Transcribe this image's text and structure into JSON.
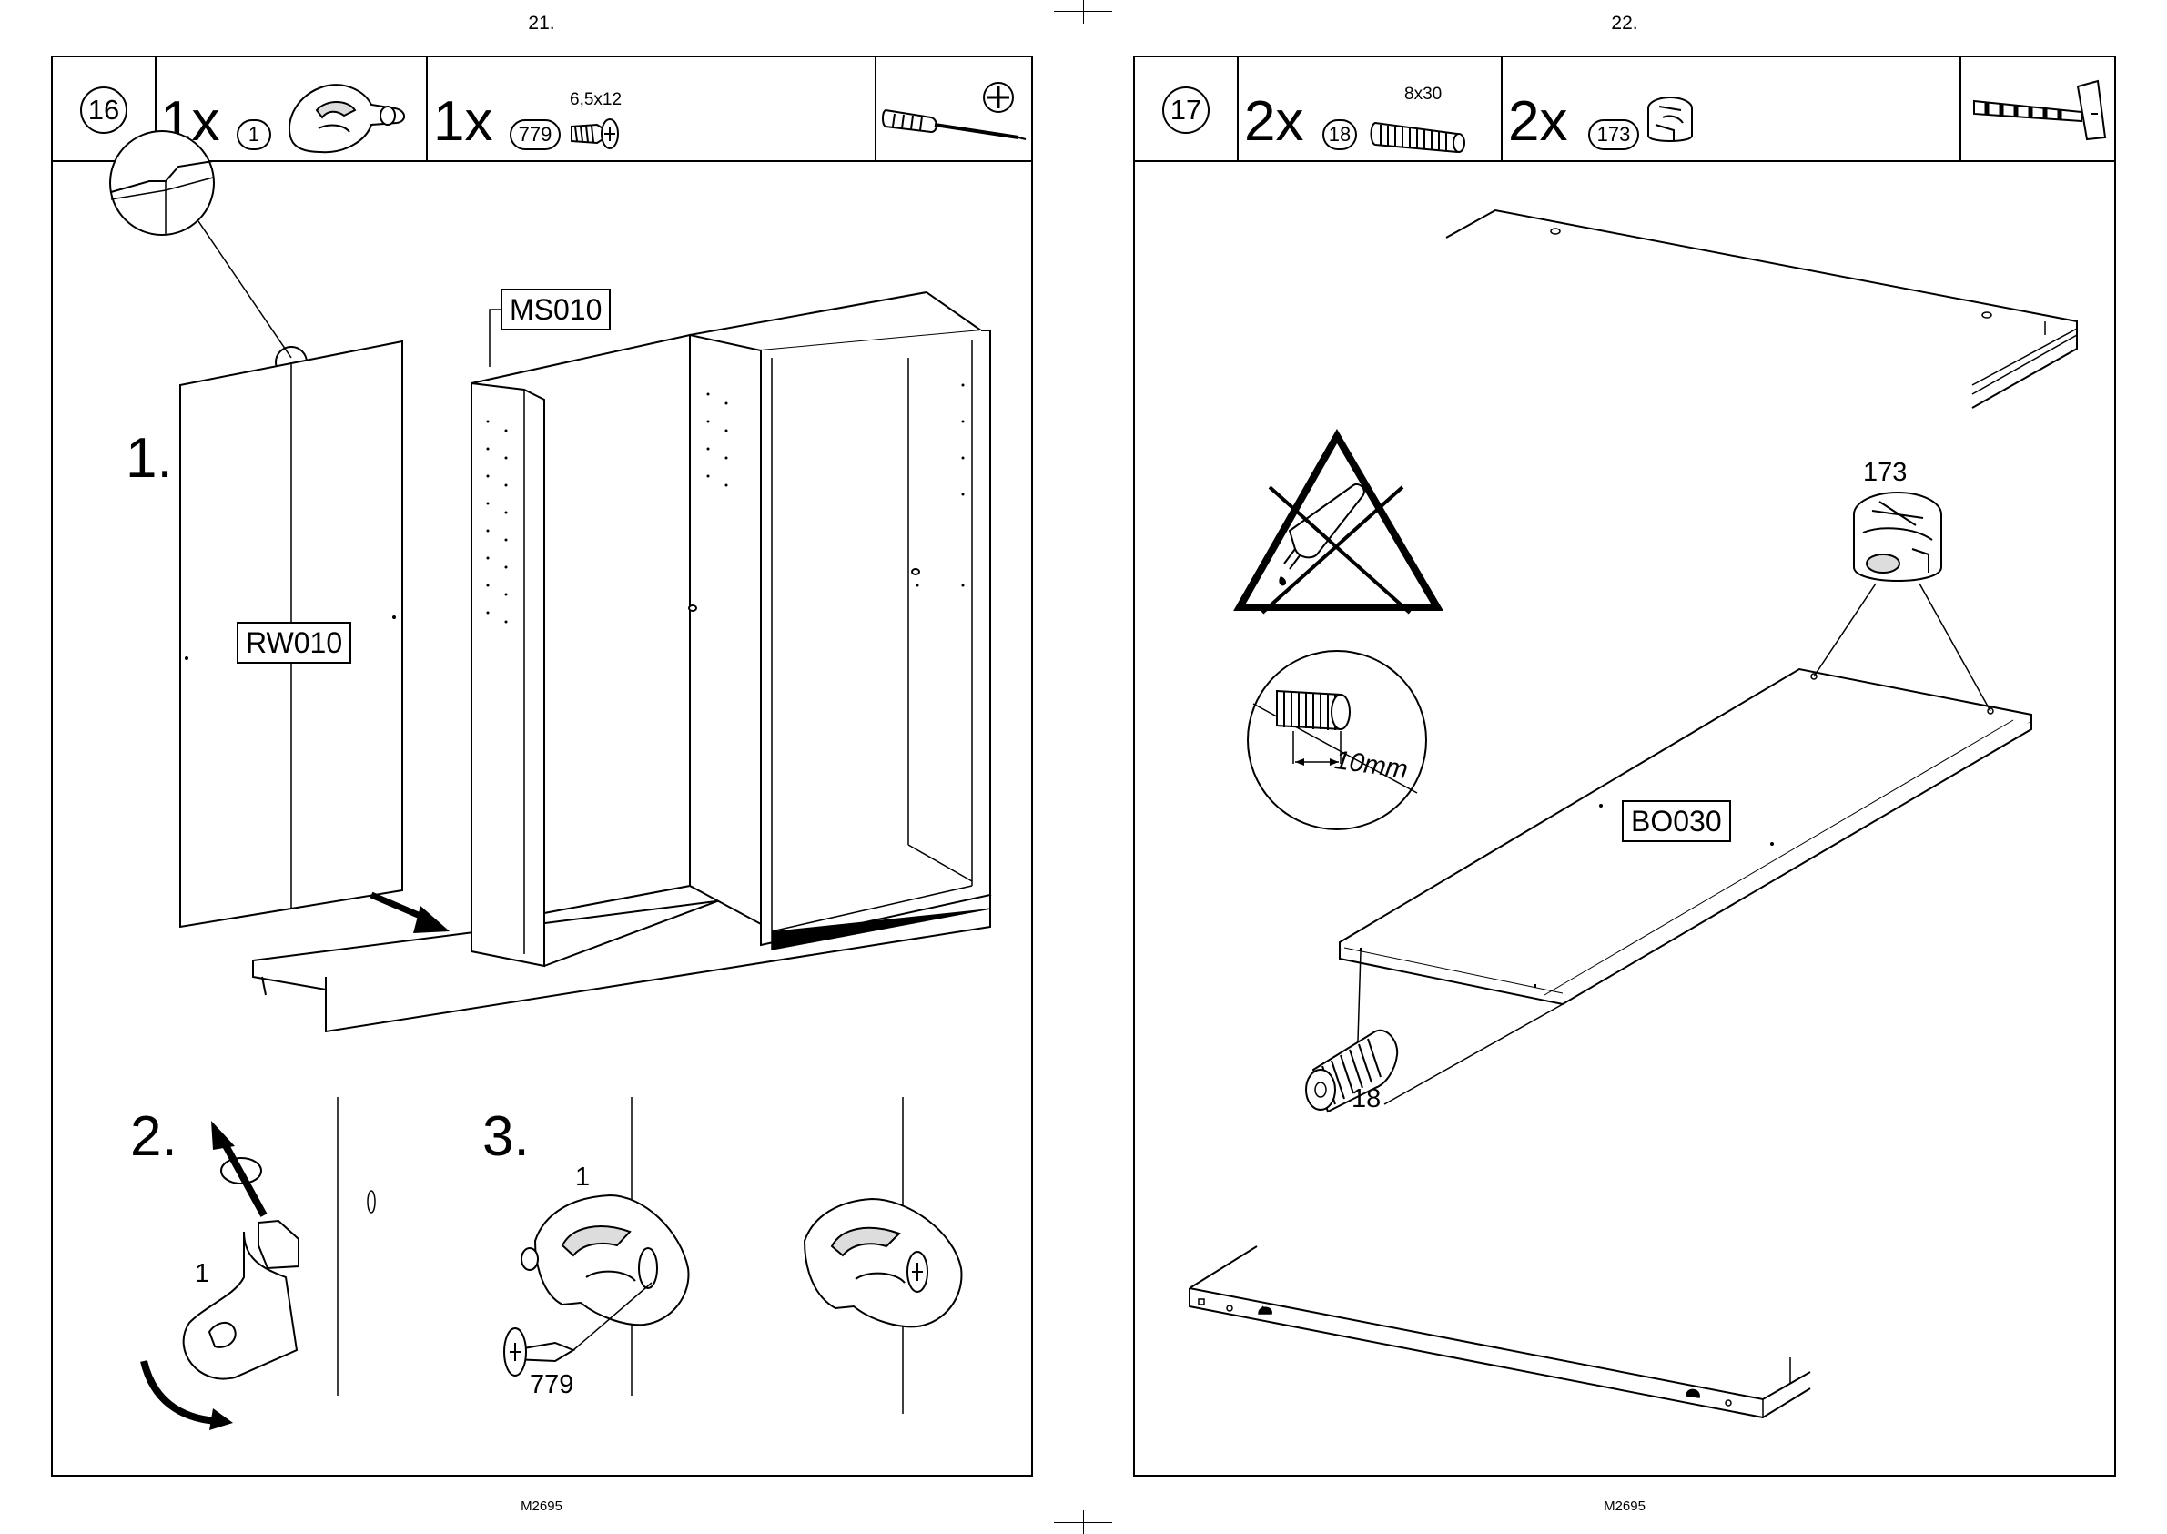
{
  "pages": [
    {
      "page_number": "21.",
      "doc_code": "M2695",
      "step": "16",
      "parts": [
        {
          "qty": "1x",
          "id": "1",
          "spec": ""
        },
        {
          "qty": "1x",
          "id": "779",
          "spec": "6,5x12"
        }
      ],
      "tool_icon": "screwdriver-icon",
      "panel_labels": {
        "rear_wall": "RW010",
        "side_panel": "MS010"
      },
      "sub_steps": [
        "1.",
        "2.",
        "3."
      ],
      "callouts": {
        "part_1_a": "1",
        "part_1_b": "1",
        "screw": "779"
      }
    },
    {
      "page_number": "22.",
      "doc_code": "M2695",
      "step": "17",
      "parts": [
        {
          "qty": "2x",
          "id": "18",
          "spec": "8x30"
        },
        {
          "qty": "2x",
          "id": "173",
          "spec": ""
        }
      ],
      "tool_icon": "hammer-icon",
      "panel_labels": {
        "bottom": "BO030"
      },
      "callouts": {
        "cam_lock": "173",
        "dowel": "18",
        "depth": "10mm"
      }
    }
  ]
}
